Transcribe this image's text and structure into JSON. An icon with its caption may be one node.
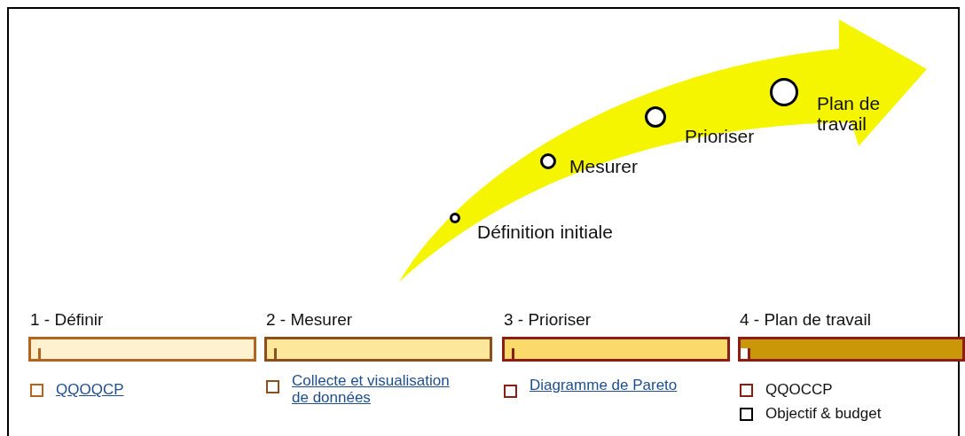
{
  "diagram": {
    "nodes": [
      {
        "text": [],
        "shape": "circle",
        "beside": [
          "Définition initiale"
        ]
      },
      {
        "text": [],
        "shape": "circle",
        "beside": [
          "Mesurer"
        ]
      },
      {
        "text": [],
        "shape": "circle",
        "beside": [
          "Prioriser"
        ]
      },
      {
        "text": [],
        "shape": "circle",
        "beside": [
          "Plan de travail"
        ]
      },
      {
        "text": [
          "1 - Définir"
        ]
      },
      {
        "text": [
          "2 - Mesurer"
        ]
      },
      {
        "text": [
          "3 - Prioriser"
        ]
      },
      {
        "text": [
          "4 - Plan de travail"
        ]
      }
    ],
    "edges": [],
    "labels": [
      "QQOQCP",
      "Collecte et visualisation de données",
      "Diagramme de Pareto",
      "QQOCCP",
      "Objectif & budget"
    ]
  }
}
